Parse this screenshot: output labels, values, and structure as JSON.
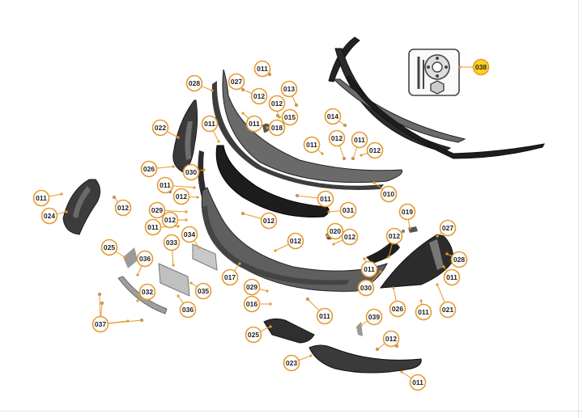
{
  "theme": {
    "badge_fill": "#ffffff",
    "badge_stroke": "#e69a2e",
    "badge_text": "#222222",
    "highlight_fill": "#ffd21f",
    "leader": "#e69a2e",
    "part_dark": "#3b3b3b",
    "part_mid": "#5a5a5a",
    "part_light": "#9a9a9a",
    "part_edge": "#1f1f1f"
  },
  "labels": [
    {
      "id": "lbl-011-a",
      "text": "011"
    },
    {
      "id": "lbl-028-a",
      "text": "028"
    },
    {
      "id": "lbl-027-a",
      "text": "027"
    },
    {
      "id": "lbl-013",
      "text": "013"
    },
    {
      "id": "lbl-012-a",
      "text": "012"
    },
    {
      "id": "lbl-012-b",
      "text": "012"
    },
    {
      "id": "lbl-015",
      "text": "015"
    },
    {
      "id": "lbl-011-b",
      "text": "011"
    },
    {
      "id": "lbl-018",
      "text": "018"
    },
    {
      "id": "lbl-022",
      "text": "022"
    },
    {
      "id": "lbl-011-c",
      "text": "011"
    },
    {
      "id": "lbl-014",
      "text": "014"
    },
    {
      "id": "lbl-011-d",
      "text": "011"
    },
    {
      "id": "lbl-012-c",
      "text": "012"
    },
    {
      "id": "lbl-011-e",
      "text": "011"
    },
    {
      "id": "lbl-012-d",
      "text": "012"
    },
    {
      "id": "lbl-026-a",
      "text": "026"
    },
    {
      "id": "lbl-030-a",
      "text": "030"
    },
    {
      "id": "lbl-011-f",
      "text": "011"
    },
    {
      "id": "lbl-012-e",
      "text": "012"
    },
    {
      "id": "lbl-010",
      "text": "010"
    },
    {
      "id": "lbl-011-g",
      "text": "011"
    },
    {
      "id": "lbl-012-f",
      "text": "012"
    },
    {
      "id": "lbl-011-h",
      "text": "011"
    },
    {
      "id": "lbl-024",
      "text": "024"
    },
    {
      "id": "lbl-029-a",
      "text": "029"
    },
    {
      "id": "lbl-012-g",
      "text": "012"
    },
    {
      "id": "lbl-031",
      "text": "031"
    },
    {
      "id": "lbl-011-i",
      "text": "011"
    },
    {
      "id": "lbl-012-h",
      "text": "012"
    },
    {
      "id": "lbl-019",
      "text": "019"
    },
    {
      "id": "lbl-034",
      "text": "034"
    },
    {
      "id": "lbl-033",
      "text": "033"
    },
    {
      "id": "lbl-020",
      "text": "020"
    },
    {
      "id": "lbl-027-b",
      "text": "027"
    },
    {
      "id": "lbl-012-i",
      "text": "012"
    },
    {
      "id": "lbl-012-j",
      "text": "012"
    },
    {
      "id": "lbl-012-k",
      "text": "012"
    },
    {
      "id": "lbl-025-a",
      "text": "025"
    },
    {
      "id": "lbl-036-a",
      "text": "036"
    },
    {
      "id": "lbl-028-b",
      "text": "028"
    },
    {
      "id": "lbl-011-j",
      "text": "011"
    },
    {
      "id": "lbl-011-k",
      "text": "011"
    },
    {
      "id": "lbl-017",
      "text": "017"
    },
    {
      "id": "lbl-035",
      "text": "035"
    },
    {
      "id": "lbl-030-b",
      "text": "030"
    },
    {
      "id": "lbl-029-b",
      "text": "029"
    },
    {
      "id": "lbl-032",
      "text": "032"
    },
    {
      "id": "lbl-016",
      "text": "016"
    },
    {
      "id": "lbl-021",
      "text": "021"
    },
    {
      "id": "lbl-026-b",
      "text": "026"
    },
    {
      "id": "lbl-011-l",
      "text": "011"
    },
    {
      "id": "lbl-036-b",
      "text": "036"
    },
    {
      "id": "lbl-011-m",
      "text": "011"
    },
    {
      "id": "lbl-039",
      "text": "039"
    },
    {
      "id": "lbl-037",
      "text": "037"
    },
    {
      "id": "lbl-025-b",
      "text": "025"
    },
    {
      "id": "lbl-012-l",
      "text": "012"
    },
    {
      "id": "lbl-023",
      "text": "023"
    },
    {
      "id": "lbl-011-n",
      "text": "011"
    },
    {
      "id": "lbl-038",
      "text": "038",
      "highlighted": true
    }
  ]
}
